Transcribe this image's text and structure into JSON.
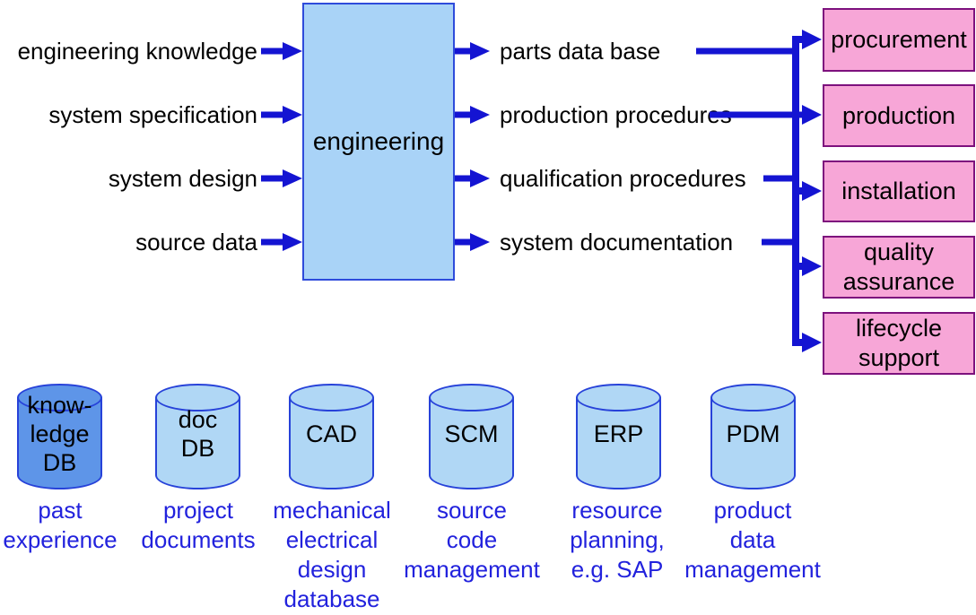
{
  "colors": {
    "arrow_blue": "#1414d2",
    "process_box_fill": "#a9d3f7",
    "process_box_border": "#2e4bdb",
    "stage_box_fill": "#f7a6d7",
    "stage_box_border": "#7d117d",
    "database_fill_dark": "#5e95e8",
    "database_fill_light": "#b0d7f5",
    "database_border": "#2742d9",
    "caption_text_blue": "#2222dd",
    "label_text": "#000000"
  },
  "inputs": [
    "engineering knowledge",
    "system specification",
    "system design",
    "source data"
  ],
  "process": {
    "label": "engineering"
  },
  "outputs": [
    "parts data base",
    "production procedures",
    "qualification procedures",
    "system documentation"
  ],
  "stages": [
    {
      "lines": [
        "procurement"
      ]
    },
    {
      "lines": [
        "production"
      ]
    },
    {
      "lines": [
        "installation"
      ]
    },
    {
      "lines": [
        "quality",
        "assurance"
      ]
    },
    {
      "lines": [
        "lifecycle",
        "support"
      ]
    }
  ],
  "databases": [
    {
      "name_lines": [
        "know-",
        "ledge",
        "DB"
      ],
      "caption_lines": [
        "past",
        "experience"
      ]
    },
    {
      "name_lines": [
        "doc",
        "DB"
      ],
      "caption_lines": [
        "project",
        "documents"
      ]
    },
    {
      "name_lines": [
        "CAD"
      ],
      "caption_lines": [
        "mechanical",
        "electrical",
        "design",
        "database"
      ]
    },
    {
      "name_lines": [
        "SCM"
      ],
      "caption_lines": [
        "source",
        "code",
        "management"
      ]
    },
    {
      "name_lines": [
        "ERP"
      ],
      "caption_lines": [
        "resource",
        "planning,",
        "e.g. SAP"
      ]
    },
    {
      "name_lines": [
        "PDM"
      ],
      "caption_lines": [
        "product",
        "data",
        "management"
      ]
    }
  ]
}
